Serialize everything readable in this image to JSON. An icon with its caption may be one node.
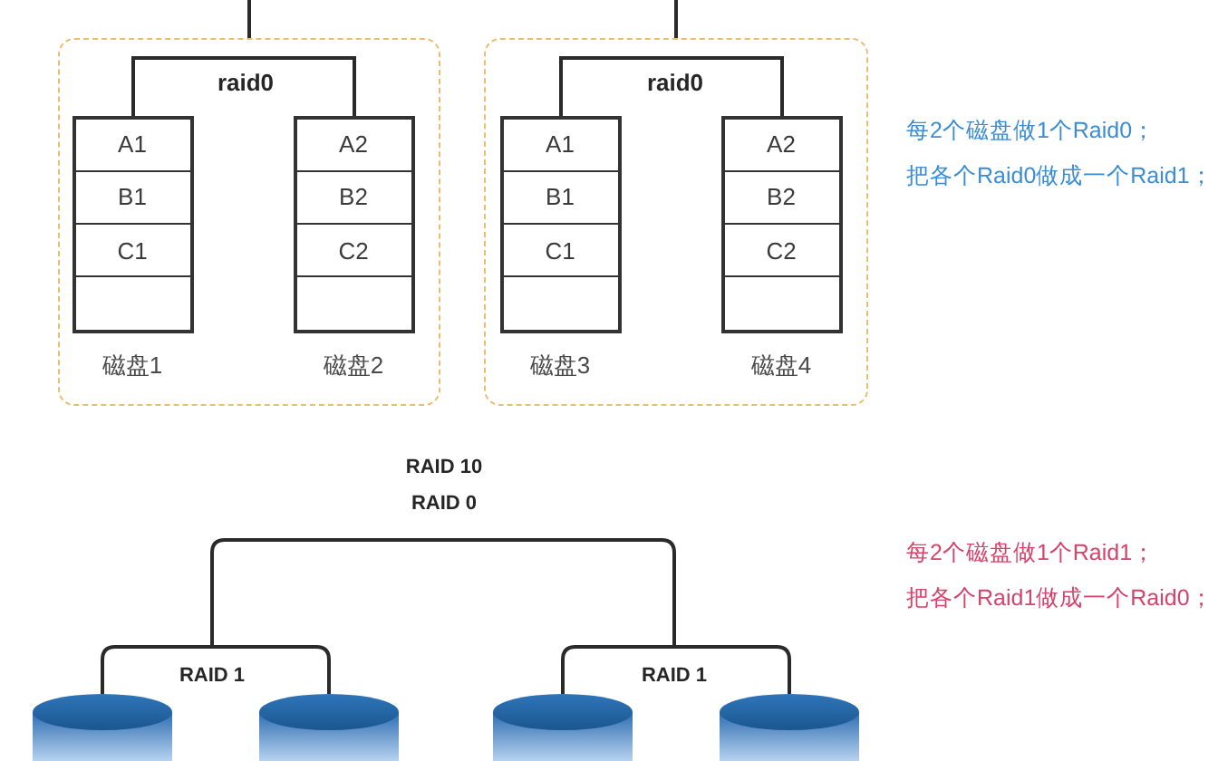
{
  "diagram": {
    "nodes": [
      {
        "text": [],
        "shape": "box"
      },
      {
        "text": [
          "raid0"
        ],
        "in": 0
      },
      {
        "text": [],
        "shape": "box",
        "in": 0,
        "beside": [
          "磁盘1"
        ]
      },
      {
        "text": [
          "A1"
        ],
        "in": 2
      },
      {
        "text": [
          "B1"
        ],
        "in": 2
      },
      {
        "text": [
          "C1"
        ],
        "in": 2
      },
      {
        "text": [],
        "shape": "box",
        "in": 2
      },
      {
        "text": [],
        "shape": "box",
        "in": 0,
        "beside": [
          "磁盘2"
        ]
      },
      {
        "text": [
          "A2"
        ],
        "in": 7
      },
      {
        "text": [
          "B2"
        ],
        "in": 7
      },
      {
        "text": [
          "C2"
        ],
        "in": 7
      },
      {
        "text": [],
        "shape": "box",
        "in": 7
      },
      {
        "text": [],
        "shape": "box"
      },
      {
        "text": [
          "raid0"
        ],
        "in": 12
      },
      {
        "text": [],
        "shape": "box",
        "in": 12,
        "beside": [
          "磁盘3"
        ]
      },
      {
        "text": [
          "A1"
        ],
        "in": 14
      },
      {
        "text": [
          "B1"
        ],
        "in": 14
      },
      {
        "text": [
          "C1"
        ],
        "in": 14
      },
      {
        "text": [],
        "shape": "box",
        "in": 14
      },
      {
        "text": [],
        "shape": "box",
        "in": 12,
        "beside": [
          "磁盘4"
        ]
      },
      {
        "text": [
          "A2"
        ],
        "in": 19
      },
      {
        "text": [
          "B2"
        ],
        "in": 19
      },
      {
        "text": [
          "C2"
        ],
        "in": 19
      },
      {
        "text": [],
        "shape": "box",
        "in": 19
      },
      {
        "text": [
          "RAID 0"
        ]
      },
      {
        "text": [
          "RAID 1"
        ]
      },
      {
        "text": [
          "RAID 1"
        ]
      },
      {
        "text": [],
        "shape": "cylinder"
      },
      {
        "text": [],
        "shape": "cylinder"
      },
      {
        "text": [],
        "shape": "cylinder"
      },
      {
        "text": [],
        "shape": "cylinder"
      }
    ],
    "edges": [
      {
        "from": null,
        "to": 0,
        "arrow": "none"
      },
      {
        "from": 1,
        "to": 2,
        "arrow": "none"
      },
      {
        "from": 1,
        "to": 7,
        "arrow": "none"
      },
      {
        "from": null,
        "to": 12,
        "arrow": "none"
      },
      {
        "from": 13,
        "to": 14,
        "arrow": "none"
      },
      {
        "from": 13,
        "to": 19,
        "arrow": "none"
      },
      {
        "from": 24,
        "to": 25,
        "arrow": "none"
      },
      {
        "from": 24,
        "to": 26,
        "arrow": "none"
      },
      {
        "from": 25,
        "to": 27,
        "arrow": "none"
      },
      {
        "from": 25,
        "to": 28,
        "arrow": "none"
      },
      {
        "from": 26,
        "to": 29,
        "arrow": "none"
      },
      {
        "from": 26,
        "to": 30,
        "arrow": "none"
      }
    ],
    "labels": [
      "每2个磁盘做1个Raid0；",
      "把各个Raid0做成一个Raid1；",
      "RAID 10",
      "每2个磁盘做1个Raid1；",
      "把各个Raid1做成一个Raid0；"
    ]
  }
}
